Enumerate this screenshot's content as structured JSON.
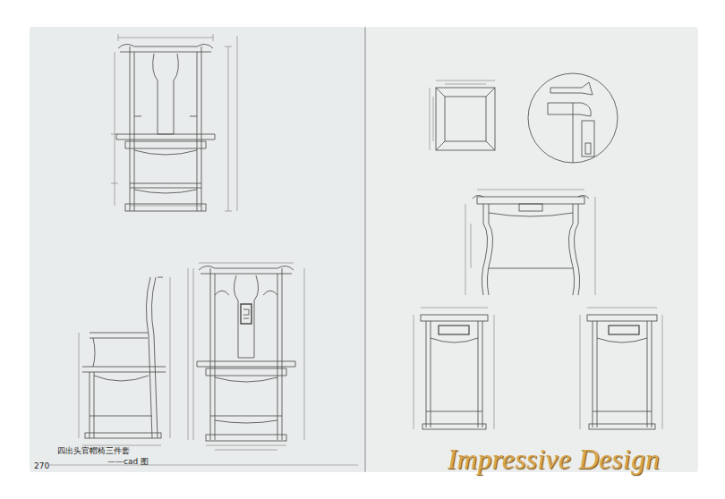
{
  "diagram": {
    "caption": "四出头官帽椅三件套",
    "labels": [
      "——cad 图",
      "270",
      "Impressive Design"
    ]
  }
}
